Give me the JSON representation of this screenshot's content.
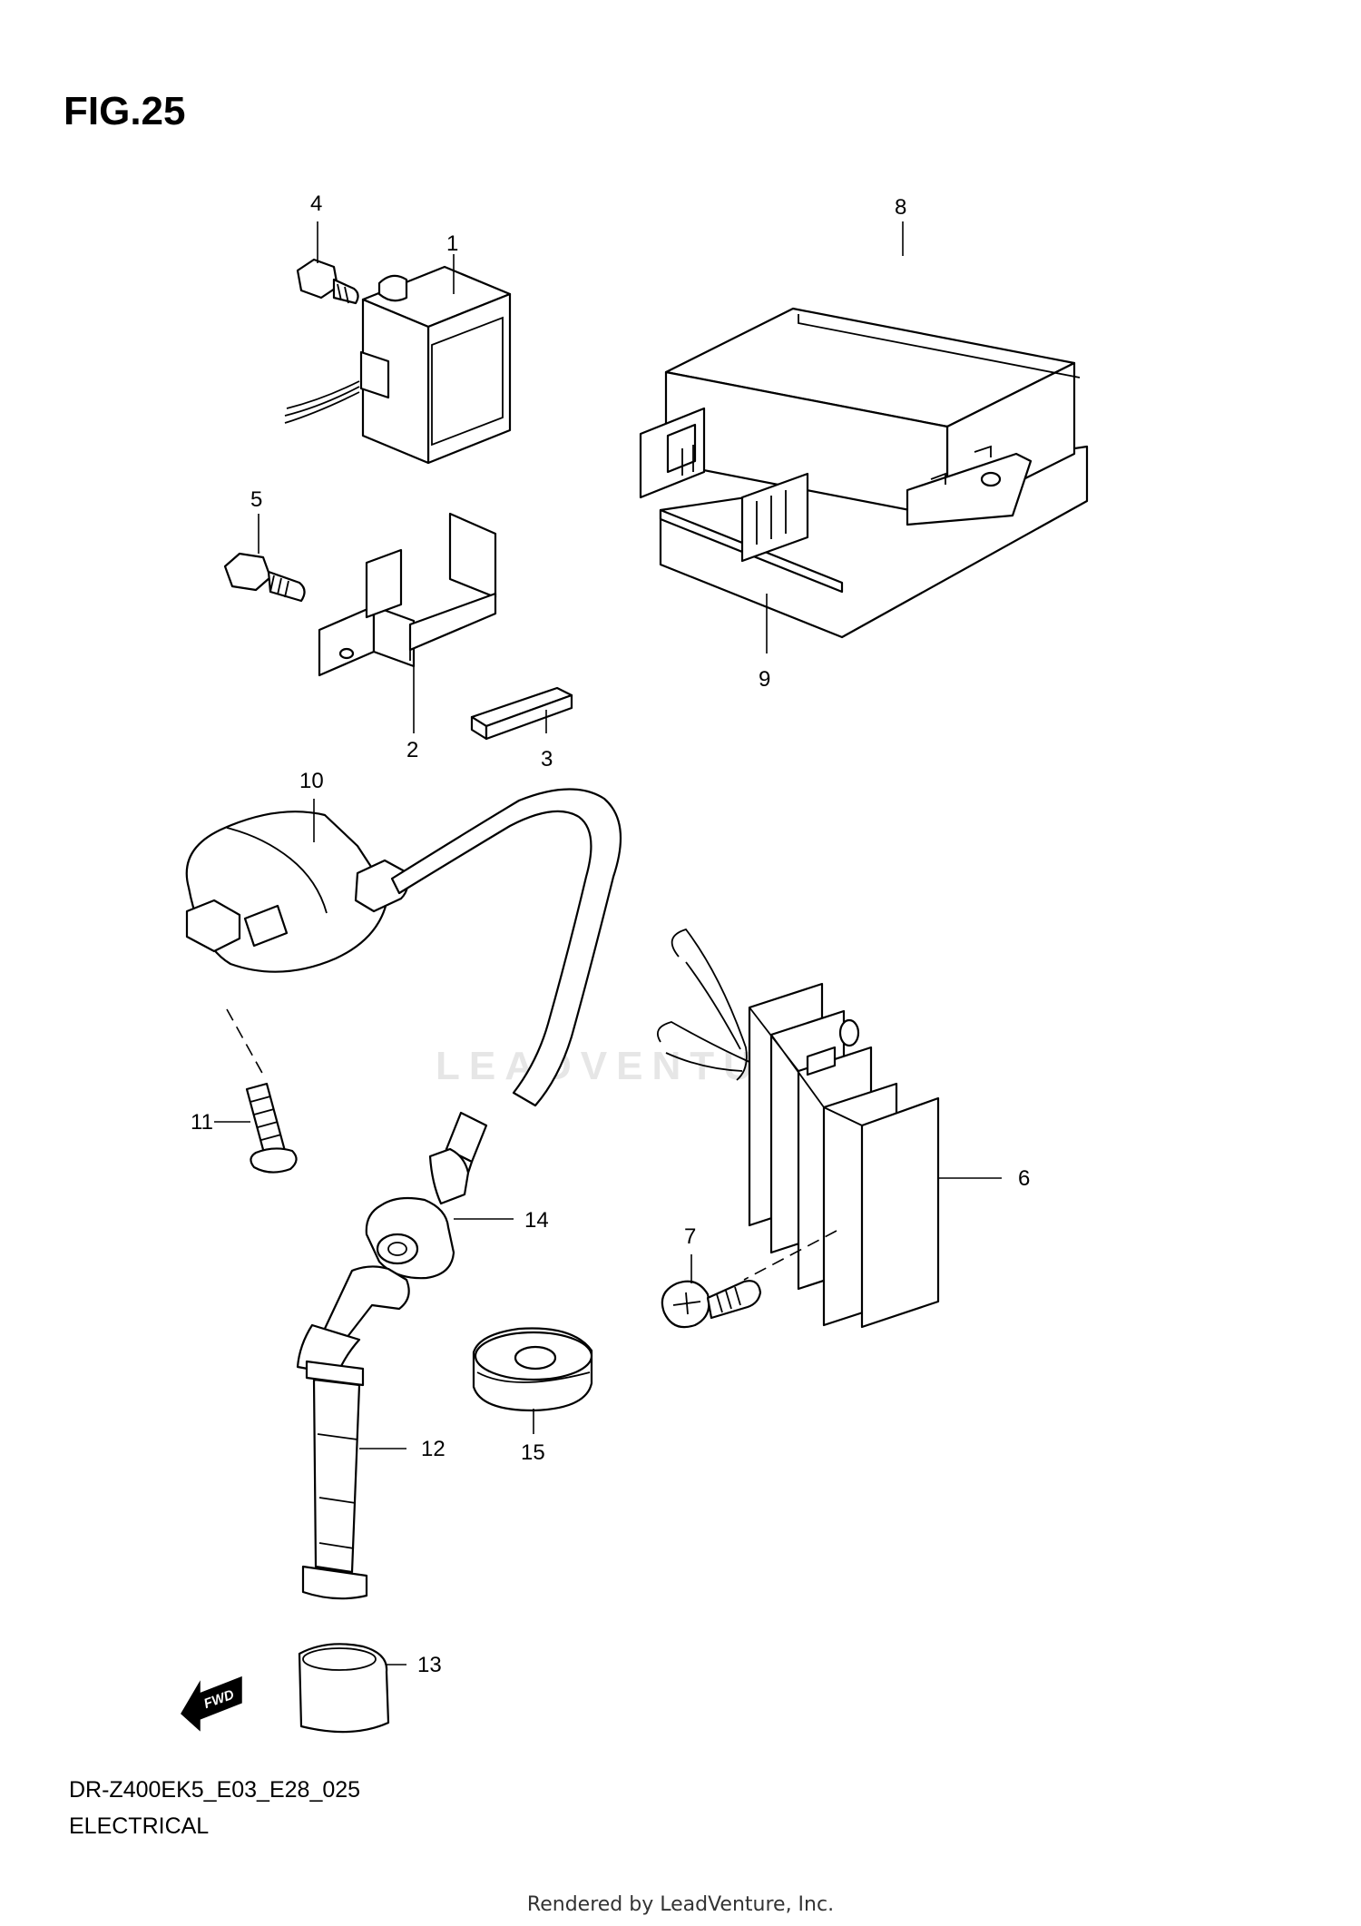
{
  "figure": {
    "title": "FIG.25"
  },
  "callouts": {
    "c1": "1",
    "c2": "2",
    "c3": "3",
    "c4": "4",
    "c5": "5",
    "c6": "6",
    "c7": "7",
    "c8": "8",
    "c9": "9",
    "c10": "10",
    "c11": "11",
    "c12": "12",
    "c13": "13",
    "c14": "14",
    "c15": "15"
  },
  "badge": {
    "fwd": "FWD"
  },
  "footer": {
    "model": "DR-Z400EK5_E03_E28_025",
    "section": "ELECTRICAL",
    "credit": "Rendered by LeadVenture, Inc."
  },
  "watermark": {
    "text": "LEADVENTURE"
  }
}
